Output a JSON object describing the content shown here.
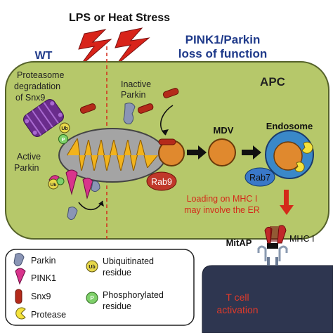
{
  "header": {
    "stimulus": "LPS or Heat Stress",
    "wt_label": "WT",
    "condition_line1": "PINK1/Parkin",
    "condition_line2": "loss of function"
  },
  "cell": {
    "label": "APC",
    "proteasome_line1": "Proteasome",
    "proteasome_line2": "degradation",
    "proteasome_line3": "of Snx9",
    "inactive_line1": "Inactive",
    "inactive_line2": "Parkin",
    "active_line1": "Active",
    "active_line2": "Parkin",
    "ub_mark": "Ub",
    "p_mark": "P",
    "rab9": "Rab9",
    "mdv": "MDV",
    "endosome": "Endosome",
    "rab7": "Rab7",
    "er_line1": "Loading on MHC I",
    "er_line2": "may involve the ER"
  },
  "presentation": {
    "mitap": "MitAP",
    "mhc": "MHC I",
    "tcell_line1": "T cell",
    "tcell_line2": "activation"
  },
  "legend": {
    "parkin": "Parkin",
    "pink1": "PINK1",
    "snx9": "Snx9",
    "protease": "Protease",
    "ub_line1": "Ubiquitinated",
    "ub_line2": "residue",
    "p_line1": "Phosphorylated",
    "p_line2": "residue"
  },
  "colors": {
    "title_blue": "#1f3a8a",
    "cell_green": "#b6c86a",
    "red": "#d42a1a",
    "tcell": "#2e3650"
  }
}
